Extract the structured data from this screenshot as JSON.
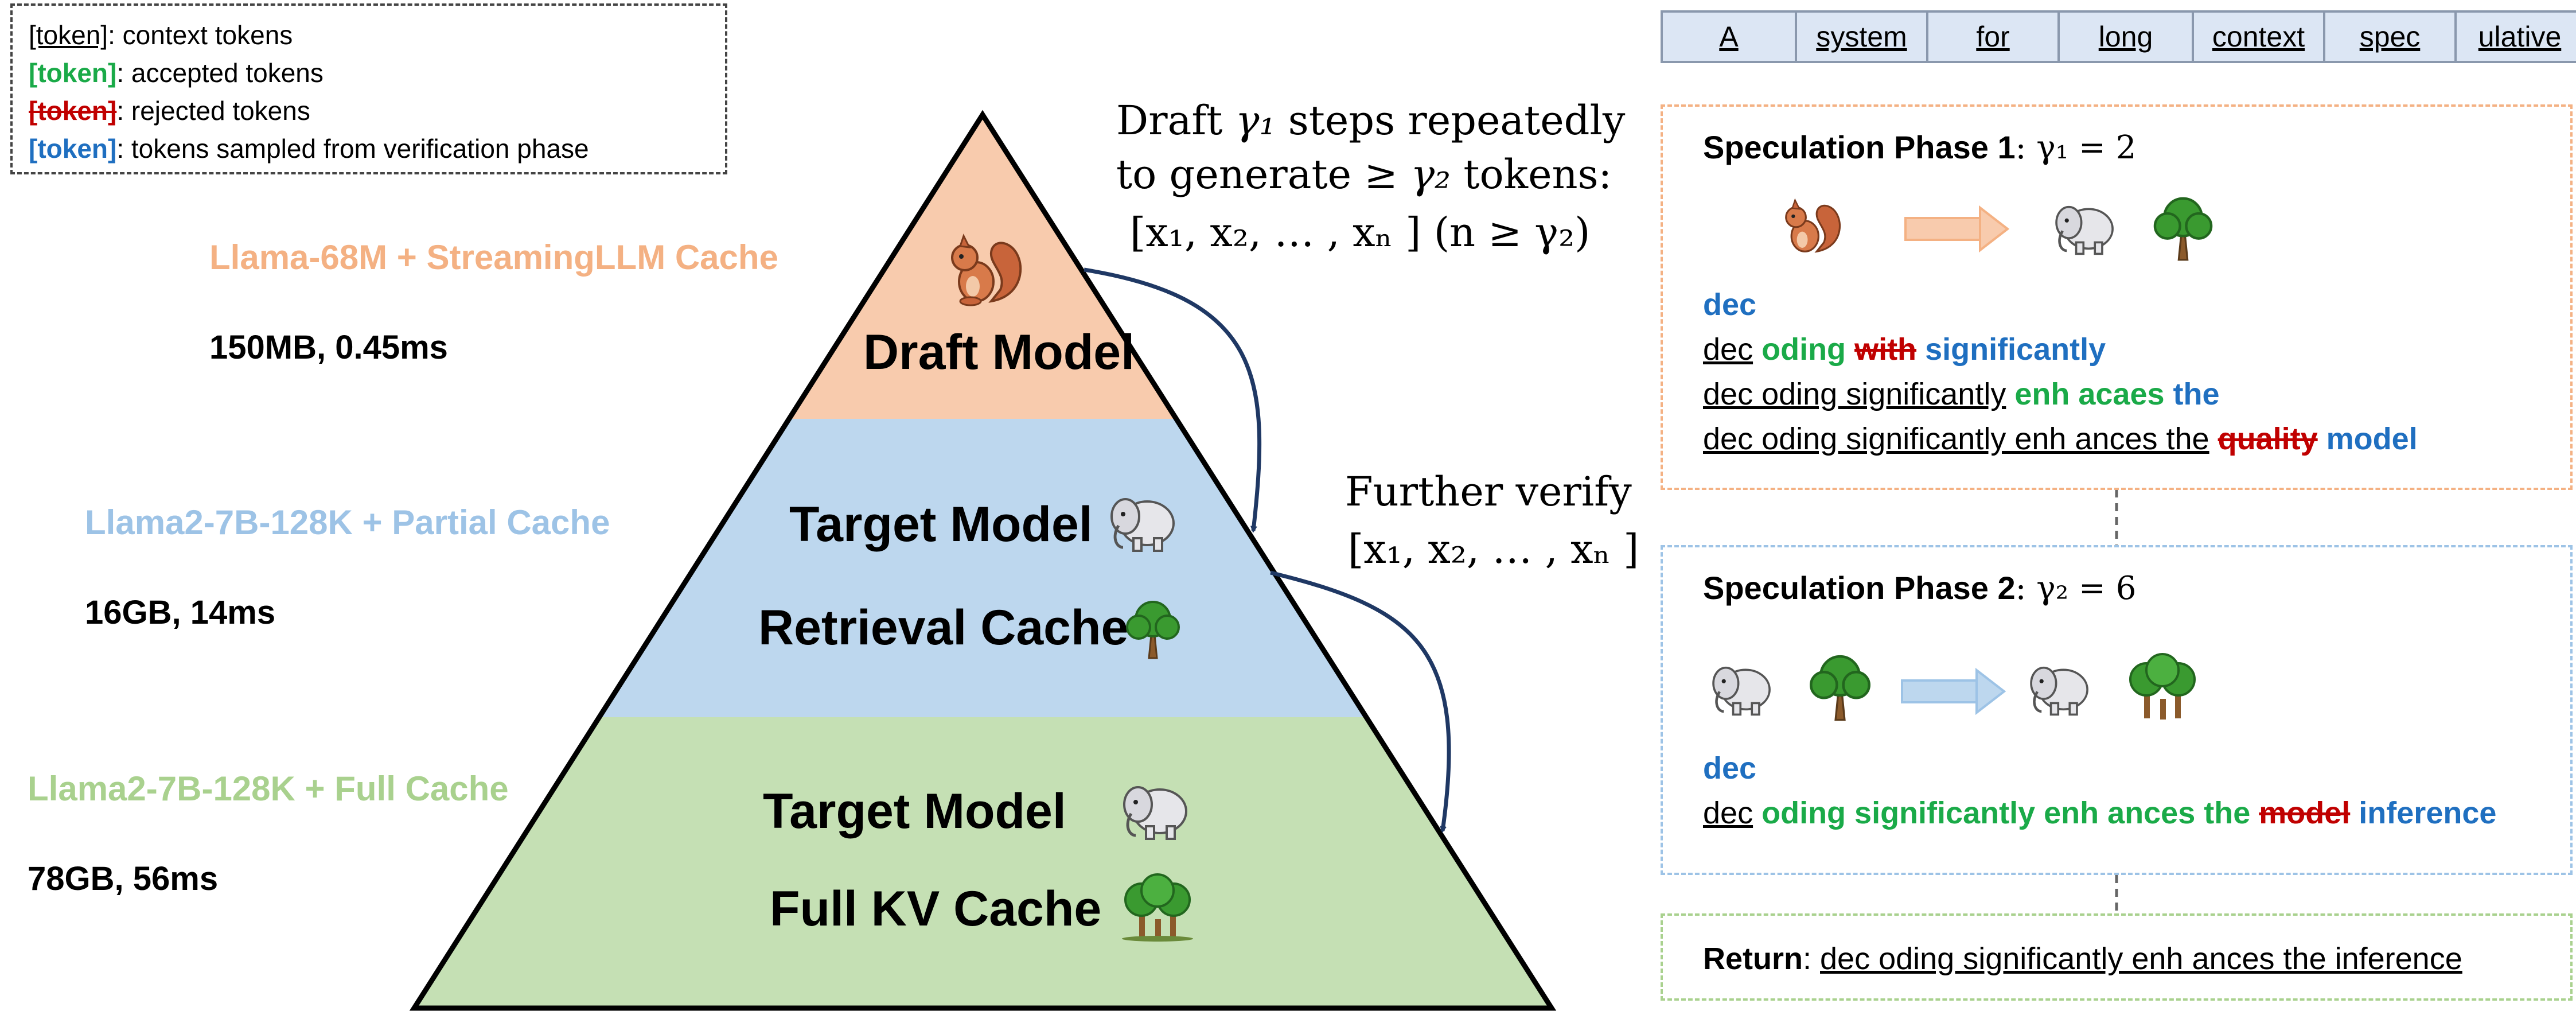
{
  "legend": {
    "context": {
      "token": "[token]",
      "desc": ": context tokens"
    },
    "accepted": {
      "token": "[token]",
      "desc": ": accepted tokens"
    },
    "rejected": {
      "token": "[token]",
      "desc": ": rejected tokens"
    },
    "verified": {
      "token": "[token]",
      "desc": ": tokens sampled from verification phase"
    }
  },
  "tiers": [
    {
      "model": "Llama-68M + StreamingLLM Cache",
      "spec": "150MB, 0.45ms",
      "color": "#f4b183"
    },
    {
      "model": "Llama2-7B-128K + Partial Cache",
      "spec": "16GB, 14ms",
      "color": "#9dc3e6"
    },
    {
      "model": "Llama2-7B-128K + Full Cache",
      "spec": "78GB, 56ms",
      "color": "#a9d18e"
    }
  ],
  "pyramid": {
    "draft_model": "Draft Model",
    "target_model_1": "Target Model",
    "retrieval_cache": "Retrieval Cache",
    "target_model_2": "Target Model",
    "full_kv_cache": "Full KV Cache",
    "colors": {
      "top": "#f8cbad",
      "middle": "#bdd7ee",
      "bottom": "#c5e0b4"
    }
  },
  "annotations": {
    "draft_line1_a": "Draft",
    "draft_line1_b": "steps repeatedly",
    "draft_line2": "to generate ≥",
    "draft_line2_b": "tokens:",
    "draft_line3": "[x₁, x₂, … , xₙ ]  (n  ≥ γ₂)",
    "verify_line1": "Further verify",
    "verify_line2": "[x₁, x₂, … , xₙ ]",
    "gamma1": "γ₁",
    "gamma2": "γ₂"
  },
  "token_bar": [
    "A",
    "system",
    "for",
    "long",
    "context",
    "spec",
    "ulative"
  ],
  "phase1": {
    "title_bold": "Speculation Phase 1",
    "title_rest": ": γ₁ = 2",
    "l1": "dec",
    "l2_ctx": "dec",
    "l2_acc": "oding",
    "l2_rej": "with",
    "l2_ver": "significantly",
    "l3_ctx": "dec oding significantly",
    "l3_acc": "enh acaes",
    "l3_ver": "the",
    "l4_ctx": "dec oding significantly enh ances the",
    "l4_rej": "quality",
    "l4_ver": "model",
    "border": "#f4b183"
  },
  "phase2": {
    "title_bold": "Speculation Phase 2",
    "title_rest": ": γ₂ = 6",
    "l1": "dec",
    "l2_ctx": "dec",
    "l2_acc": "oding significantly enh ances the",
    "l2_rej": "model",
    "l2_ver": "inference",
    "border": "#9dc3e6"
  },
  "return_box": {
    "label": "Return",
    "text": "dec oding significantly enh ances the inference",
    "border": "#a9d18e"
  }
}
